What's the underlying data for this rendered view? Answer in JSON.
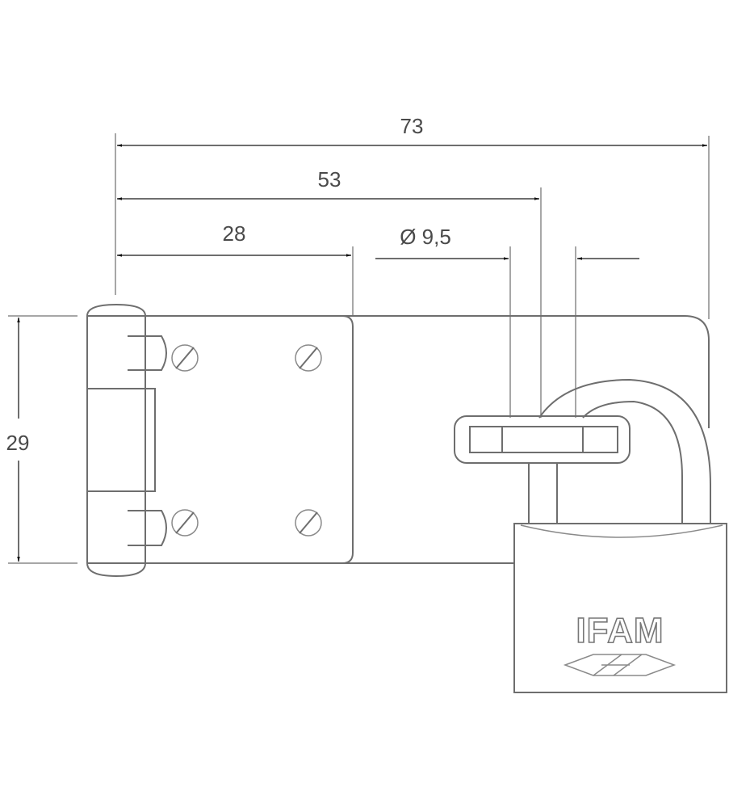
{
  "dimensions": {
    "overall_length": "73",
    "staple_position": "53",
    "plate_width": "28",
    "shackle_diameter": "Ø 9,5",
    "height": "29"
  },
  "padlock": {
    "brand": "IFAM"
  },
  "colors": {
    "line": "#6e6e6e",
    "text": "#4a4a4a",
    "arrow": "#111111"
  }
}
